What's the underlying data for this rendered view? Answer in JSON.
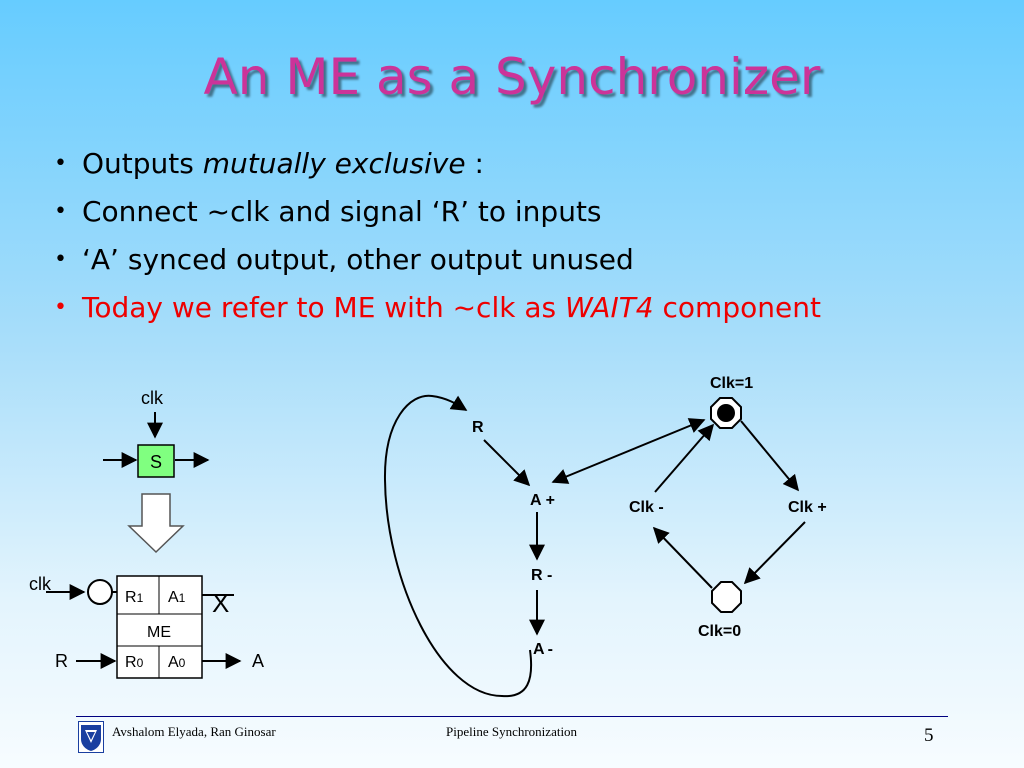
{
  "title": "An ME as a Synchronizer",
  "bullets": [
    {
      "pre": "Outputs ",
      "em": "mutually exclusive",
      "post": " :"
    },
    {
      "pre": "Connect ~clk and signal ‘R’ to inputs"
    },
    {
      "pre": "‘A’ synced output, other output unused"
    },
    {
      "pre": "Today we refer to ME with ~clk as ",
      "em": "WAIT4",
      "post": " component"
    }
  ],
  "left_diagram": {
    "clk_top": "clk",
    "s_box": "S",
    "clk_left": "clk",
    "r0_input": "R",
    "r1": "R",
    "r1_sub": "1",
    "a1": "A",
    "a1_sub": "1",
    "me": "ME",
    "r0": "R",
    "r0_sub": "0",
    "a0": "A",
    "a0_sub": "0",
    "unused_mark": "X",
    "a_output": "A"
  },
  "stg": {
    "r_plus": "R",
    "a_plus": "A",
    "plus1": "+",
    "r_minus": "R -",
    "a_minus": "A",
    "minus1": "-",
    "clk1": "Clk=1",
    "clk_minus": "Clk -",
    "clk_plus": "Clk +",
    "clk0": "Clk=0"
  },
  "colors": {
    "title": "#cc3399",
    "highlight": "#ee0000",
    "s_box": "#80ff80",
    "footer_line": "#000080"
  },
  "footer": {
    "authors": "Avshalom Elyada, Ran Ginosar",
    "topic": "Pipeline Synchronization",
    "page": "5",
    "logo_icon": "technion-logo"
  }
}
